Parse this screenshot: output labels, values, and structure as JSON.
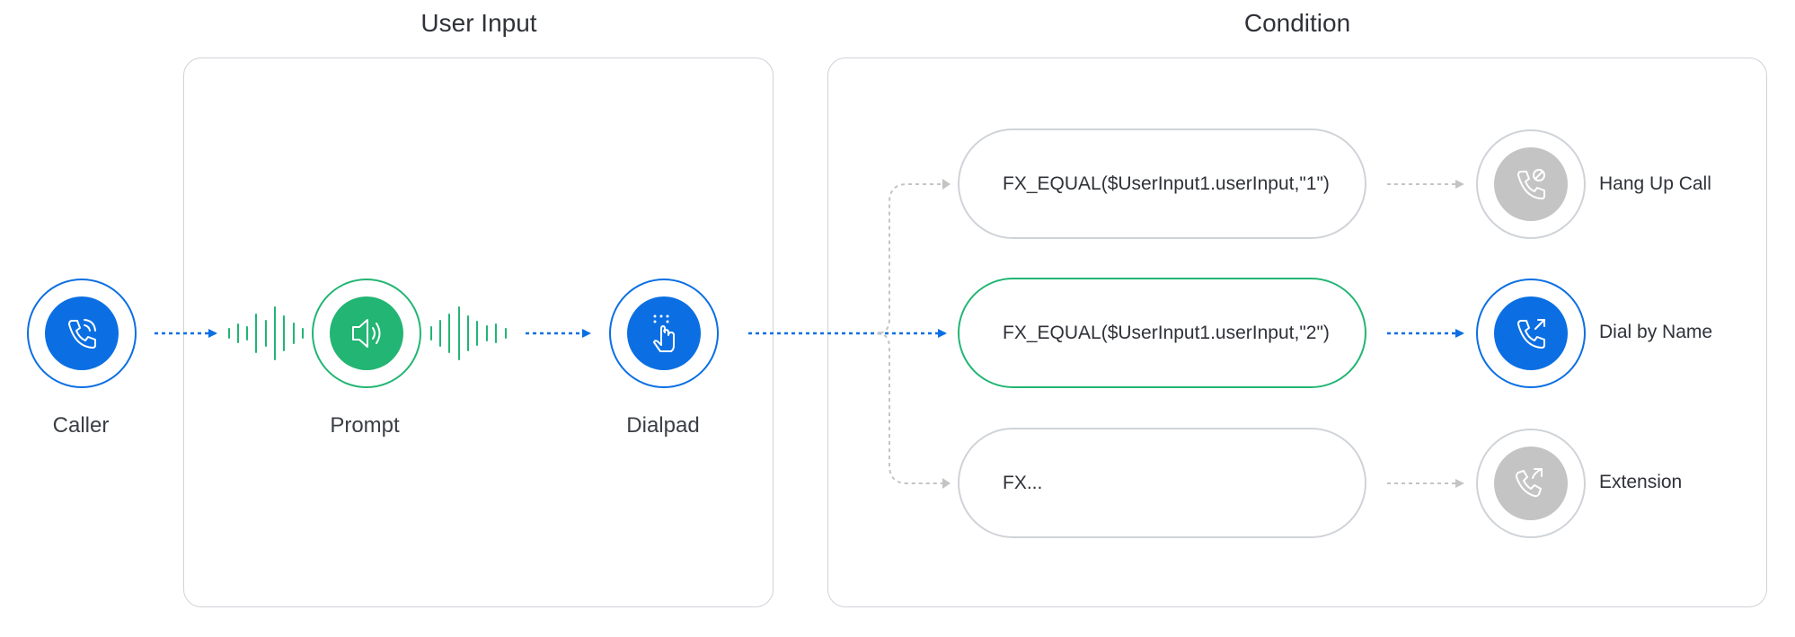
{
  "sections": {
    "user_input_title": "User Input",
    "condition_title": "Condition"
  },
  "nodes": {
    "caller": {
      "label": "Caller",
      "icon": "phone-icon"
    },
    "prompt": {
      "label": "Prompt",
      "icon": "speaker-icon"
    },
    "dialpad": {
      "label": "Dialpad",
      "icon": "tap-hand-icon"
    }
  },
  "conditions": [
    {
      "text": "FX_EQUAL($UserInput1.userInput,\"1\")",
      "active": false
    },
    {
      "text": "FX_EQUAL($UserInput1.userInput,\"2\")",
      "active": true
    },
    {
      "text": "FX...",
      "active": false
    }
  ],
  "results": [
    {
      "label": "Hang Up Call",
      "icon": "hang-up-icon",
      "active": false
    },
    {
      "label": "Dial by Name",
      "icon": "outgoing-call-icon",
      "active": true
    },
    {
      "label": "Extension",
      "icon": "transfer-call-icon",
      "active": false
    }
  ],
  "colors": {
    "blue": "#0b6fe3",
    "green": "#22b573",
    "gray": "#c4c4c4",
    "border": "#cfd3d8"
  }
}
